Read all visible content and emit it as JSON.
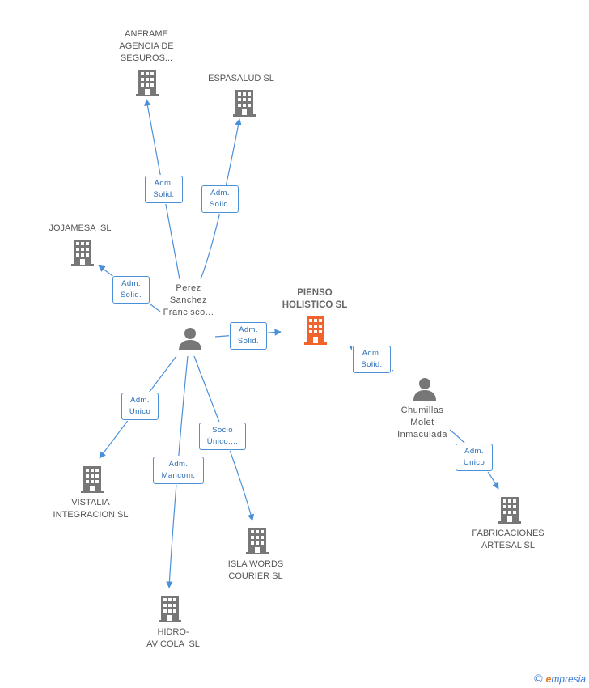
{
  "colors": {
    "company": "#777777",
    "company_main": "#f0632d",
    "person": "#777777",
    "edge": "#4a90d9"
  },
  "nodes": {
    "main": {
      "label": "PIENSO\nHOLISTICO SL",
      "icon": "building-icon"
    },
    "perez": {
      "label": "Perez\nSanchez\nFrancisco...",
      "icon": "person-icon"
    },
    "chumillas": {
      "label": "Chumillas\nMolet\nInmaculada",
      "icon": "person-icon"
    },
    "anframe": {
      "label": "ANFRAME\nAGENCIA DE\nSEGUROS...",
      "icon": "building-icon"
    },
    "espasalud": {
      "label": "ESPASALUD SL",
      "icon": "building-icon"
    },
    "jojamesa": {
      "label": "JOJAMESA  SL",
      "icon": "building-icon"
    },
    "vistalia": {
      "label": "VISTALIA\nINTEGRACION SL",
      "icon": "building-icon"
    },
    "hidro": {
      "label": "HIDRO-\nAVICOLA  SL",
      "icon": "building-icon"
    },
    "isla": {
      "label": "ISLA WORDS\nCOURIER SL",
      "icon": "building-icon"
    },
    "fabricaciones": {
      "label": "FABRICACIONES\nARTESAL SL",
      "icon": "building-icon"
    }
  },
  "edges": {
    "anframe": "Adm.\nSolid.",
    "espasalud": "Adm.\nSolid.",
    "jojamesa": "Adm.\nSolid.",
    "main": "Adm.\nSolid.",
    "vistalia": "Adm.\nUnico",
    "hidro": "Adm.\nMancom.",
    "isla": "Socio\nÚnico,...",
    "chumillas_main": "Adm.\nSolid.",
    "fabricaciones": "Adm.\nUnico"
  },
  "watermark": {
    "copyright": "©",
    "brand_e": "e",
    "brand_rest": "mpresia"
  }
}
